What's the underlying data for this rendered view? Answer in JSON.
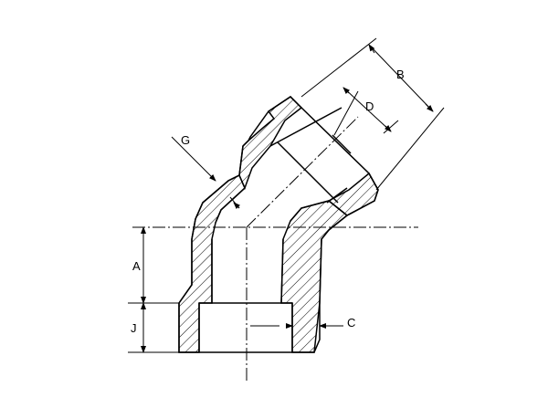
{
  "labels": {
    "A": "A",
    "B": "B",
    "C": "C",
    "D": "D",
    "G": "G",
    "J": "J"
  },
  "colors": {
    "stroke": "#000000",
    "hatch": "#000000",
    "background": "#ffffff"
  }
}
